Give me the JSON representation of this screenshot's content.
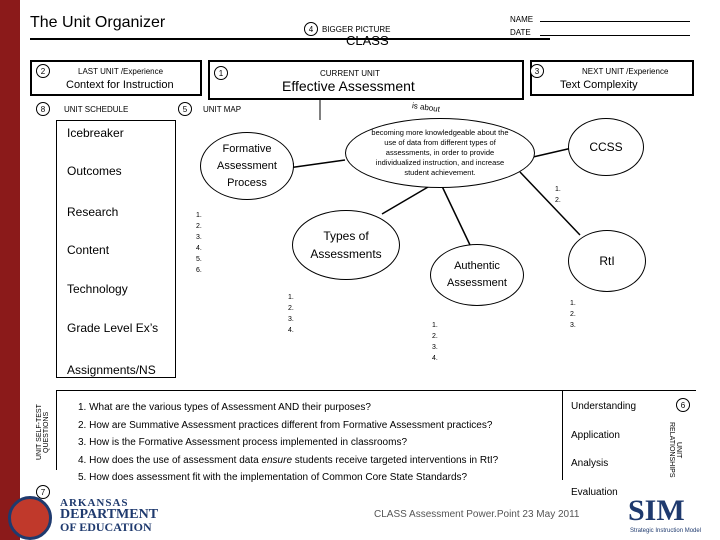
{
  "header": {
    "title": "The Unit Organizer",
    "bigger_picture_num": "4",
    "bigger_picture_label": "BIGGER PICTURE",
    "bigger_picture_value": "CLASS",
    "name_label": "NAME",
    "date_label": "DATE"
  },
  "last_unit": {
    "num": "2",
    "label": "LAST UNIT /Experience",
    "value": "Context for Instruction"
  },
  "current_unit": {
    "num": "1",
    "label": "CURRENT UNIT",
    "value": "Effective Assessment"
  },
  "next_unit": {
    "num": "3",
    "label": "NEXT UNIT /Experience",
    "value": "Text Complexity"
  },
  "schedule": {
    "num": "8",
    "label": "UNIT SCHEDULE",
    "items": [
      "Icebreaker",
      "Outcomes",
      "Research",
      "Content",
      "Technology",
      "Grade Level Ex’s",
      "Assignments/NS"
    ]
  },
  "map": {
    "num": "5",
    "label": "UNIT MAP",
    "is_about": "is about",
    "center_text": "becoming more knowledgeable about the use of data from different types of assessments, in order to provide individualized instruction, and increase student achievement.",
    "formative": "Formative Assessment Process",
    "ccss": "CCSS",
    "types": "Types of Assessments",
    "authentic": "Authentic Assessment",
    "rti": "RtI",
    "list_formative": [
      "1.",
      "2.",
      "3.",
      "4.",
      "5.",
      "6."
    ],
    "list_ccss": [
      "1.",
      "2."
    ],
    "list_types": [
      "1.",
      "2.",
      "3.",
      "4."
    ],
    "list_authentic": [
      "1.",
      "2.",
      "3.",
      "4."
    ],
    "list_rti": [
      "1.",
      "2.",
      "3."
    ]
  },
  "self_test": {
    "side_label": "UNIT SELF-TEST QUESTIONS",
    "questions": [
      "1. What are the various types of Assessment AND their purposes?",
      "2. How are Summative Assessment practices different from Formative Assessment practices?",
      "3. How is the Formative Assessment process implemented in classrooms?",
      "4. How does the use of assessment data ensure students receive targeted interventions in RtI?",
      "5. How does assessment fit with the implementation of Common Core State Standards?"
    ],
    "q4_prefix": "4. How does the use of assessment data ",
    "q4_em": "ensure",
    "q4_suffix": " students receive targeted interventions in RtI?"
  },
  "relationships": {
    "num": "6",
    "side_label": "UNIT RELATIONSHIPS",
    "items": [
      "Understanding",
      "Application",
      "Analysis",
      "Evaluation"
    ]
  },
  "footer": {
    "num": "7",
    "logo_line1": "ARKANSAS",
    "logo_line2": "DEPARTMENT",
    "logo_line3": "OF EDUCATION",
    "caption": "CLASS Assessment Power.Point 23 May 2011",
    "sim_logo": "SIM",
    "sim_sub": "Strategic Instruction Model"
  }
}
